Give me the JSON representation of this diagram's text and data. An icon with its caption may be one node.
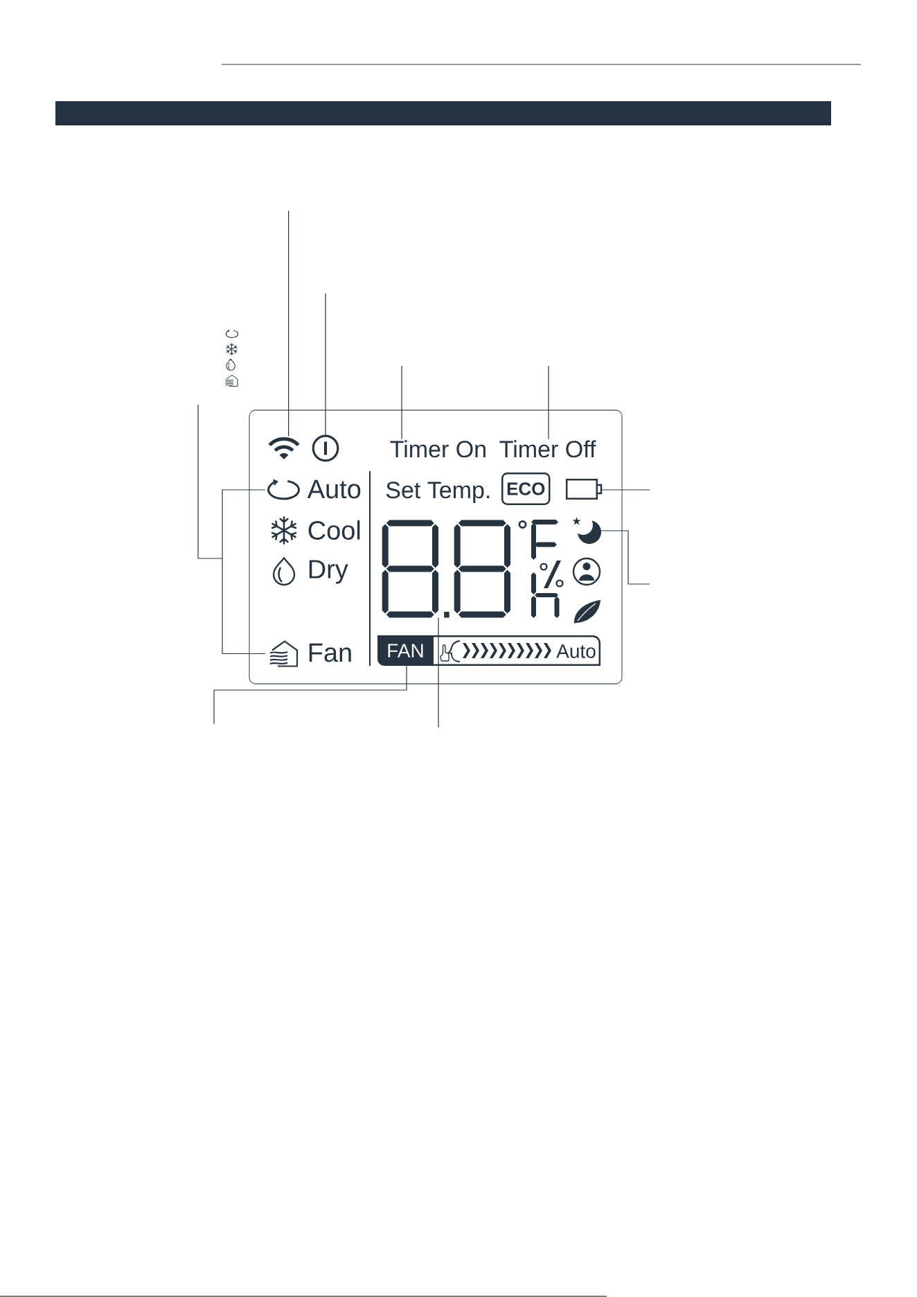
{
  "diagram": {
    "nodes": [
      {
        "text": [],
        "shape": "box"
      },
      {
        "text": [],
        "shape": "picture",
        "in": 0
      },
      {
        "text": [],
        "shape": "picture",
        "in": 0
      },
      {
        "text": [
          "Timer On"
        ],
        "in": 0
      },
      {
        "text": [
          "Timer Off"
        ],
        "in": 0
      },
      {
        "text": [],
        "shape": "picture",
        "in": 0
      },
      {
        "text": [
          "ECO"
        ],
        "in": 0
      },
      {
        "text": [],
        "shape": "box",
        "in": 0
      },
      {
        "text": [],
        "shape": "picture",
        "in": 0
      },
      {
        "text": [],
        "shape": "picture",
        "in": 0
      },
      {
        "text": [],
        "shape": "picture",
        "in": 0
      },
      {
        "text": [
          "FAN"
        ],
        "in": 0
      },
      {
        "text": [
          "Auto"
        ],
        "in": 0
      }
    ],
    "edges": [
      {
        "from": null,
        "to": 1,
        "arrow": "none"
      },
      {
        "from": null,
        "to": 2,
        "arrow": "none"
      },
      {
        "from": null,
        "to": 3,
        "arrow": "none"
      },
      {
        "from": null,
        "to": 4,
        "arrow": "none"
      },
      {
        "from": null,
        "to": 5,
        "arrow": "none"
      },
      {
        "from": null,
        "to": 10,
        "arrow": "none"
      },
      {
        "from": null,
        "to": 7,
        "arrow": "none"
      },
      {
        "from": null,
        "to": 9,
        "arrow": "none"
      },
      {
        "from": null,
        "to": 11,
        "arrow": "none"
      },
      {
        "from": null,
        "to": 8,
        "arrow": "none"
      }
    ],
    "labels": [
      "Auto",
      "Set Temp.",
      "Cool",
      "Dry",
      "Fan"
    ]
  }
}
